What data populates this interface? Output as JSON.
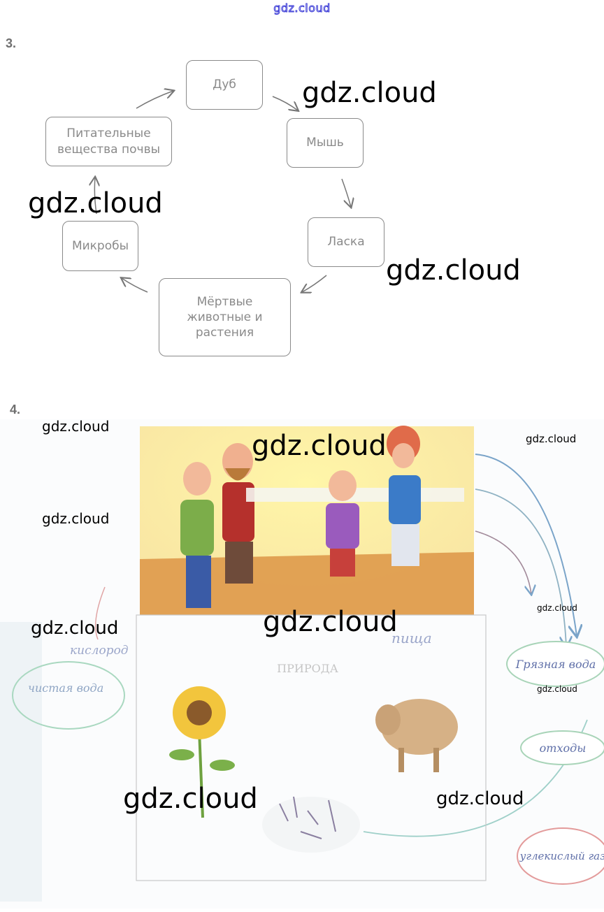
{
  "header": {
    "site_mark": "gdz.cloud"
  },
  "task3": {
    "number": "3.",
    "nodes": [
      {
        "id": "oak",
        "label": "Дуб"
      },
      {
        "id": "mouse",
        "label": "Мышь"
      },
      {
        "id": "weasel",
        "label": "Ласка"
      },
      {
        "id": "dead",
        "label": "Мёртвые\nживотные и\nрастения"
      },
      {
        "id": "microbes",
        "label": "Микробы"
      },
      {
        "id": "nutrients",
        "label": "Питательные\nвещества почвы"
      }
    ]
  },
  "task4": {
    "number": "4.",
    "labels": {
      "nature": "ПРИРОДА",
      "oxygen": "кислород",
      "clean_water": "чистая вода",
      "food": "пища",
      "dirty_water": "Грязная вода",
      "waste": "отходы",
      "co2": "углекислый газ"
    }
  },
  "watermarks": [
    "gdz.cloud"
  ]
}
